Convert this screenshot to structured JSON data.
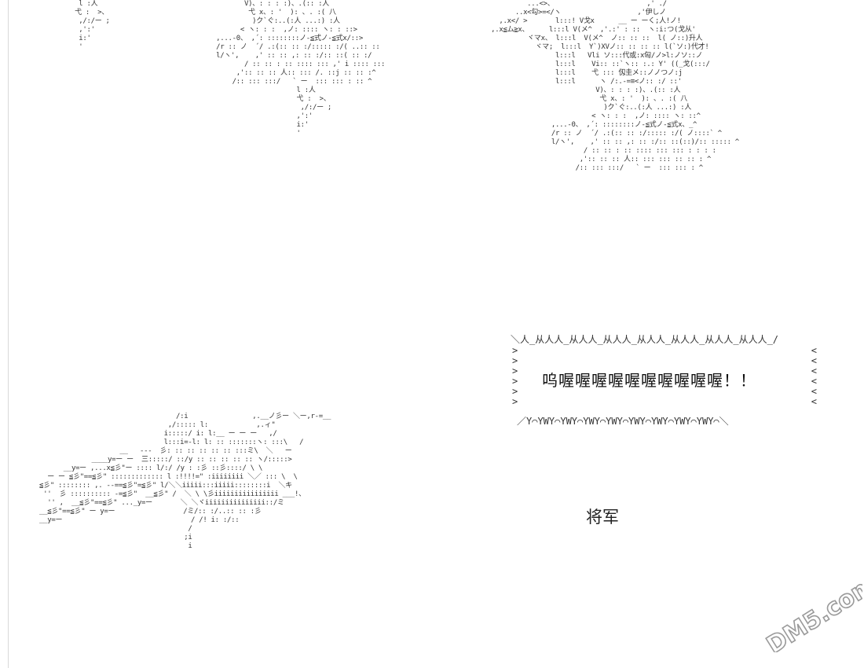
{
  "art": {
    "left_top": "  l :人\n 弋 :  >、\n  ,/:/ー ;\n  ,':'\n  i:'\n  '",
    "center_top": "        V)、: : : :)、.(:: :人\n         弋 x、: '  ): 、. :( 八\n          )ク`ぐ:..(:人 ...:) :人\n       < ヽ: : :  ,ノ: :::: ヽ: : ::>\n ,...-0、 ,´: ::::::::ノ-≦式ノ-≦式x/::>\n /r :: ノ  ´/ .:(:: :: :/::::: :/( ..:: ::\n l/ヽ',    ,' :: :: ,: :: :/:: ::( :: :/ \n        / :: :: : :: :::: ::: ,' i :::: :::\n      ,':: :: :: 人:: ::: /. ::j :: :: :^\n     /:: ::: :::/   ` ー  ::: ::: : :: ^\n                     l :人\n                     弋 :  >、\n                      ,/:/ー ;\n                     ,':'\n                     i:'\n                     '",
    "right_top": "          ...<>、                       ,' ./\n       ..x<勾>=</ヽ                   ,'伊しノ\n   ,.x</ >       l:::! V戈x      __ ー ーく;人!ノ!\n ,.x≦ム≧x、     l:::l V(メ^  ,'.:' : ::  ヽ:i:つ(戈从'\n          ヾマx、 l:::l  V(メ^  ノ:: :: ::  l( ノ::)升人\n            ヾマ;  l:::l  Y`)XVノ:: :: :: :: l(`ソ:)代才!\n                 l:::l   Vli ソ:::代或:x匈/ノ>l:ノソ::ノ\n                 l:::l    Vi:: ::`ヽ:: :.: Y' ((_戈(:::/\n                 l:::l    弋 ::: 仭圭メ::ノノつノ:j\n                 l:::l      ヽ /:.-=≡<ノ:: :/ ::'\n                           V)、: : : :)、.(:: :人\n                            弋 x、: '  ): 、. :( 八\n                             )ク`ぐ:..(:人 ...:) :人\n                          < ヽ: : :  ,ノ: :::: ヽ: ::^\n                ,...-0、 ,´: ::::::::ノ-≦式ノ-≦式x、_^\n                /r :: ノ  ´/ .:(:: :: :/::::: :/( ノ::::` ^\n                l/ヽ',    ,' :: :: ,: :: :/:: ::(::)/:: ::::: ^\n                        / :: :: : :: :::: ::: ::: : : : :\n                       ,':: :: :: 人:: ::: ::: :: :: : ^\n                      /:: ::: :::/   ` ー  ::: ::: : ^",
    "bottom_left": "                                  /:i                ,.__ノ彡ー ＼ー,r-=__\n                                ,/::::: l:            ,.ィ\"\n                               i:::::/ i: l:__ ー ー ー   ,/\n                               l:::i=-l: l: :: :::::::ヽ: :::\\   /\n                    __   ---  彡: :: :: :: :: :: :::ミ\\  ＼   ー\n             ____y=ー ー  三:::::/ ::/y :: :: :: :: :: ヽ/:::::>\n      __y=ー ,...x≦彡\"ー :::: l/:/ /y : :彡 ::彡::::/ \\ \\\n  ー ー ≦彡\"==≦彡\" ::::::::::::: l :!!!!=\" :iiiiiiii ＼／ ::: \\  \\\n≦彡\" :::::::: ,. -‐==≦彡\"=≦彡\" l/＼＼iiiii:::iiiii::::::::i  ＼キ\n ''  彡 :::::::::: ‐=≦彡\"  __≦彡\" /  ＼ \\ \\彡iiiiiiiiiiiiiiii ___!、\n  '' ,  __≦彡\"==≦彡\" ..._y=ー       ＼ ＼ヾiiiiiiiiiiiiiii::/ミ\n__≦彡\"==≦彡\" ー y=ー                 /ミ/:: :/..:: :: :彡\n__y=ー                                / /! i: :/::\n                                     /\n                                    ;i\n                                     i"
  },
  "shout": {
    "top_border": "＼人_从人人_从人人_从人人_从人人_从人人_从人人_从人人_/",
    "bottom_border": "／Y⌒YWY⌒YWY⌒YWY⌒YWY⌒YWY⌒YWY⌒YWY⌒YWY⌒＼",
    "left_border": ">\n>\n>\n>\n>\n>",
    "right_border": "<\n<\n  <\n<\n<\n<",
    "text": "呜喔喔喔喔喔喔喔喔喔喔！！"
  },
  "caption": "将军",
  "watermark": {
    "text": "DM5.com",
    "color": "#9a9a9a"
  }
}
